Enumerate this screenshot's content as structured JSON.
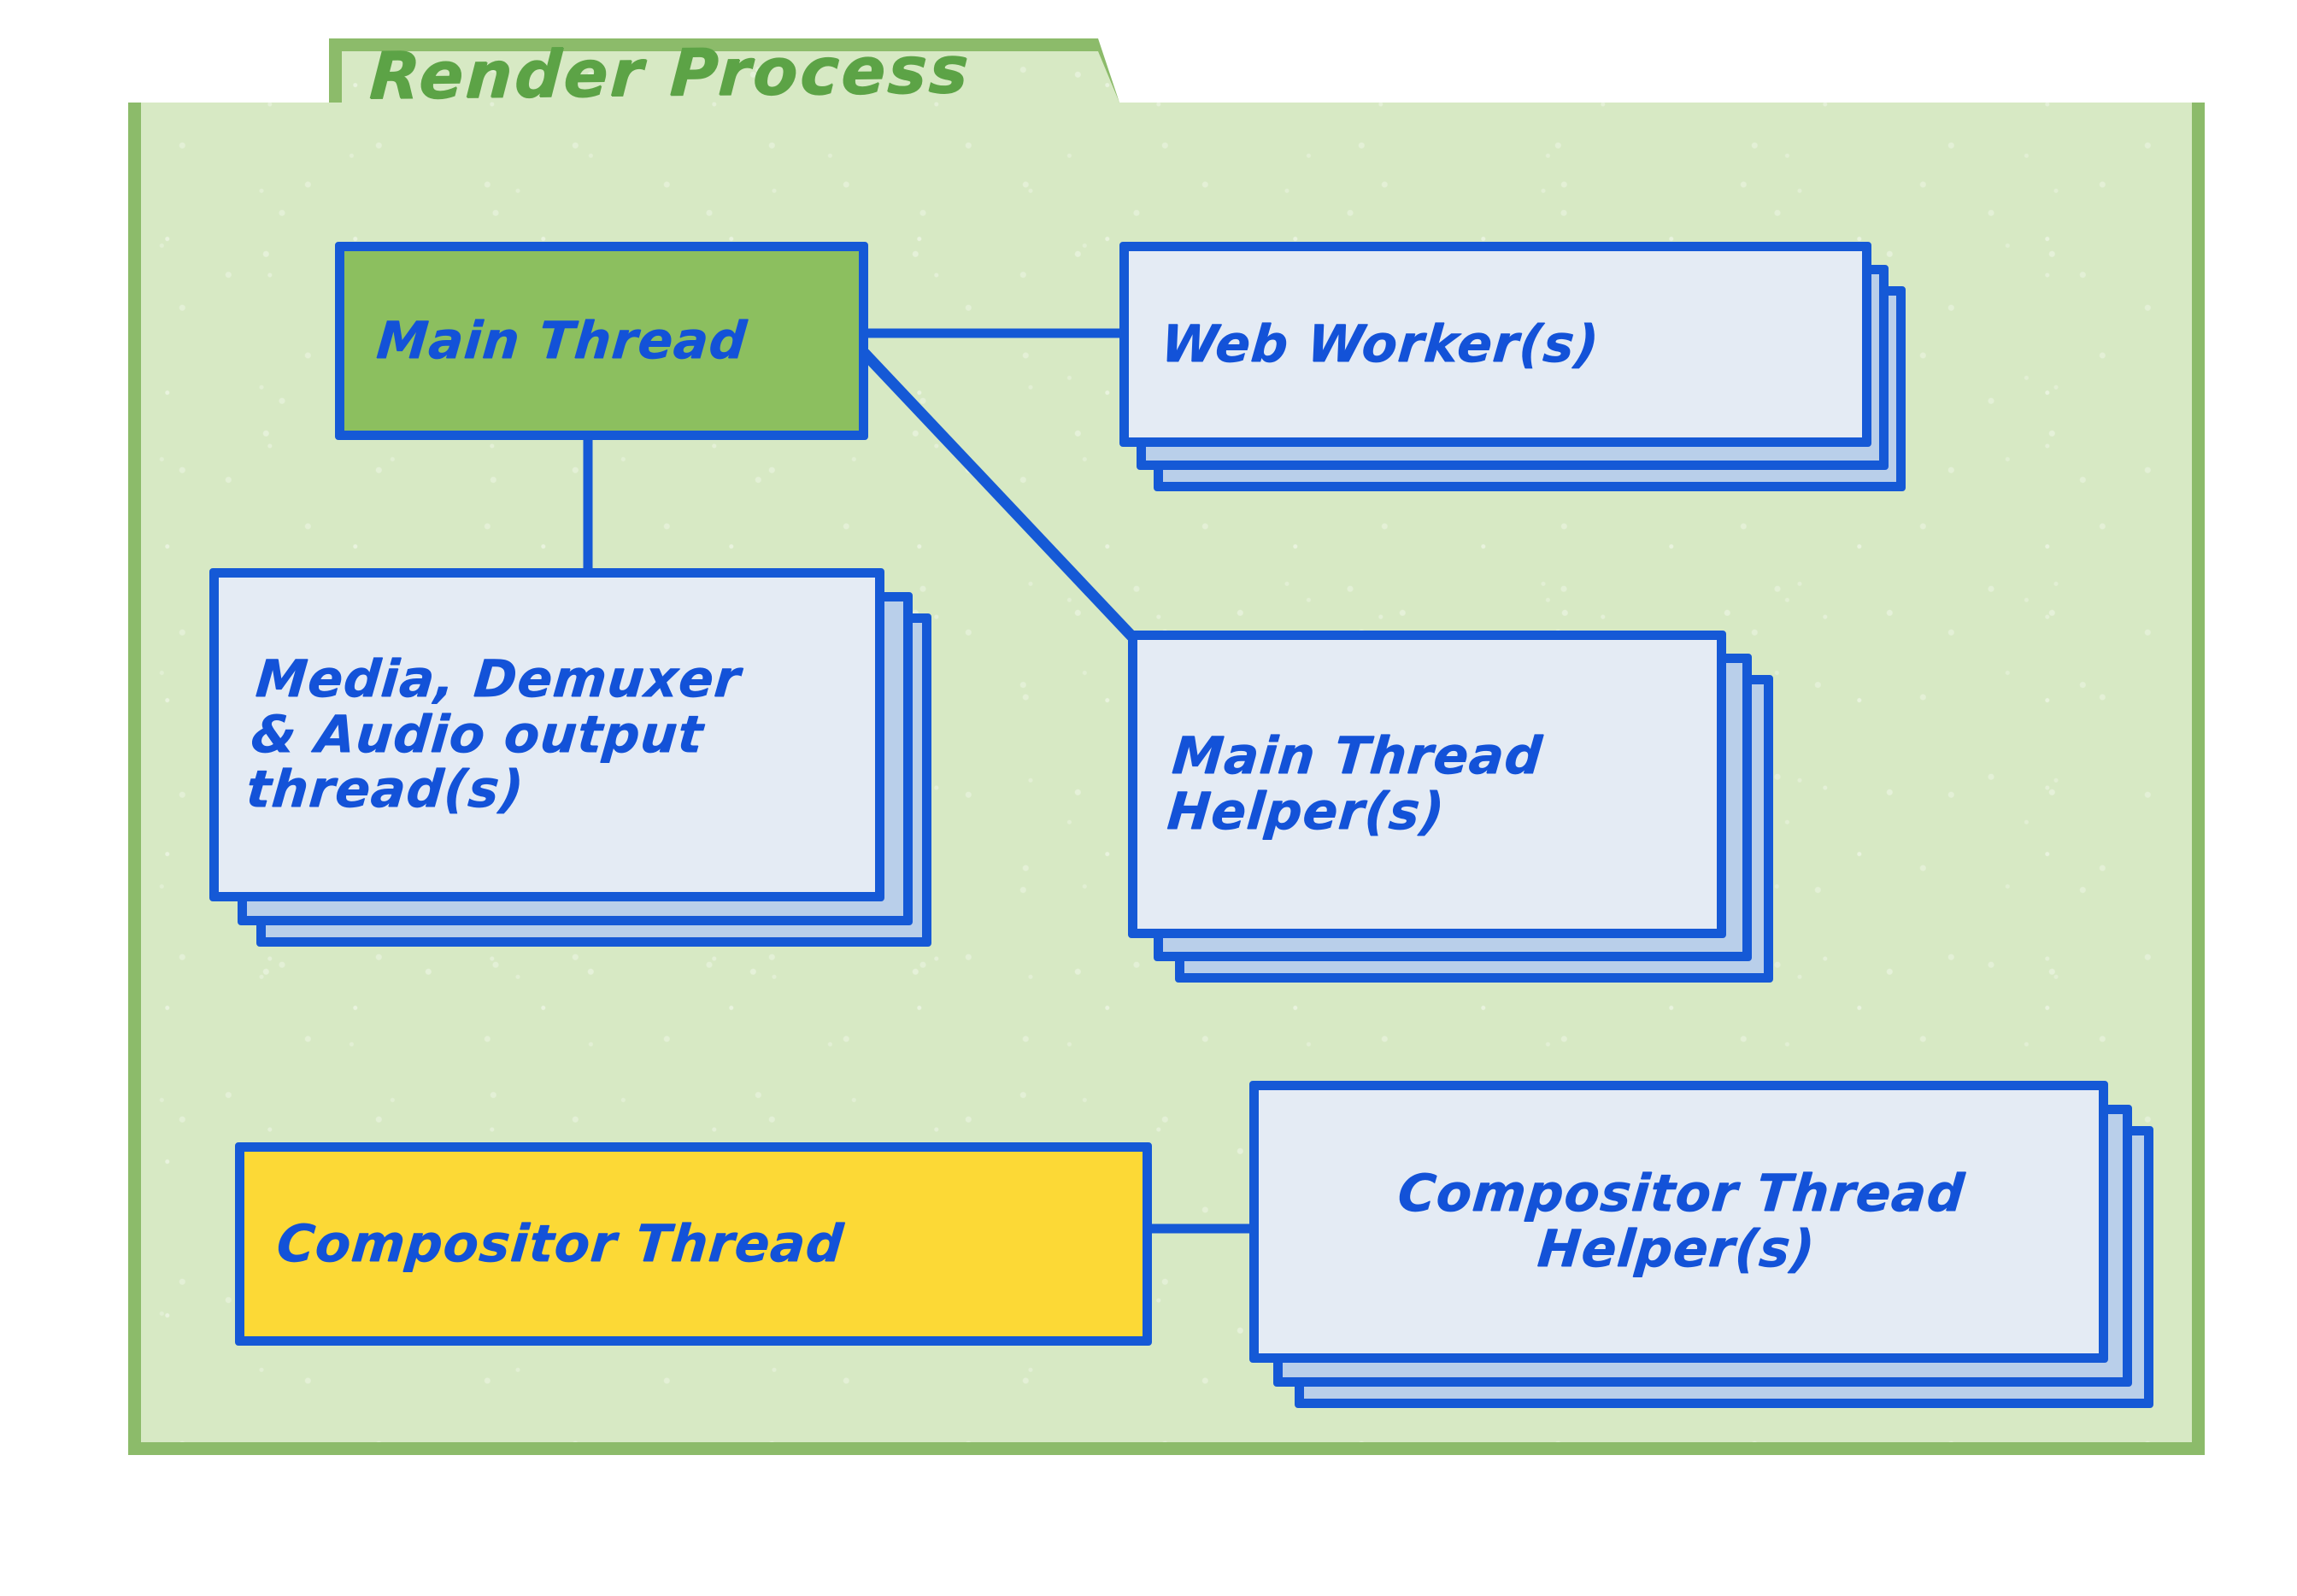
{
  "diagram": {
    "title": "Render Process",
    "type": "architecture-block-diagram",
    "colors": {
      "panel_border": "#8cbb6a",
      "panel_fill": "#d7e9c4",
      "title_text": "#5ca346",
      "node_border": "#1559d6",
      "node_fill": "#e4ebf4",
      "node_stack_fill": "#b9cfea",
      "main_thread_fill": "#8cbf5f",
      "compositor_thread_fill": "#fcd936",
      "label_text": "#1352d8"
    },
    "nodes": [
      {
        "id": "main-thread",
        "label": "Main Thread",
        "stack_count": 1,
        "fill": "main-thread"
      },
      {
        "id": "web-worker",
        "label": "Web Worker(s)",
        "stack_count": 3,
        "fill": "default"
      },
      {
        "id": "media-demuxer-audio",
        "label": "Media, Demuxer\n& Audio output\n   thread(s)",
        "stack_count": 3,
        "fill": "default"
      },
      {
        "id": "main-thread-helper",
        "label": "Main Thread\n Helper(s)",
        "stack_count": 3,
        "fill": "default"
      },
      {
        "id": "compositor-thread",
        "label": "Compositor Thread",
        "stack_count": 1,
        "fill": "compositor"
      },
      {
        "id": "compositor-thread-helper",
        "label": "Compositor Thread\n    Helper(s)",
        "stack_count": 3,
        "fill": "default"
      }
    ],
    "connections": [
      {
        "from": "main-thread",
        "to": "web-worker",
        "style": "horizontal"
      },
      {
        "from": "main-thread",
        "to": "main-thread-helper",
        "style": "diagonal"
      },
      {
        "from": "main-thread",
        "to": "media-demuxer-audio",
        "style": "vertical"
      },
      {
        "from": "compositor-thread",
        "to": "compositor-thread-helper",
        "style": "horizontal"
      }
    ]
  }
}
